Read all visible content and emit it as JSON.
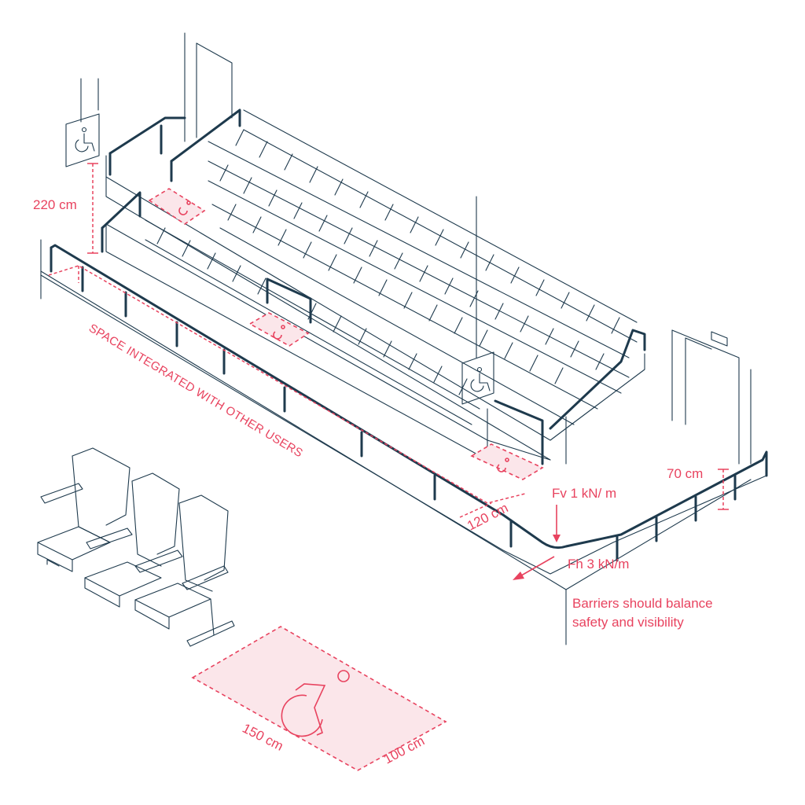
{
  "colors": {
    "accent": "#e8435f",
    "line": "#1e3a4d",
    "zone_fill": "#fbe6ea"
  },
  "labels": {
    "height_220": "220 cm",
    "space_integrated": "SPACE INTEGRATED WITH OTHER USERS",
    "depth_120": "120 cm",
    "fv": "Fv 1 kN/ m",
    "height_70": "70 cm",
    "fh": "Fh 3 kN/m",
    "note_line1": "Barriers should balance",
    "note_line2": "safety and visibility",
    "width_150": "150 cm",
    "depth_100": "100 cm"
  },
  "icons": [
    "wheelchair-sign-icon",
    "wheelchair-space-icon",
    "wheelchair-symbol-icon"
  ]
}
